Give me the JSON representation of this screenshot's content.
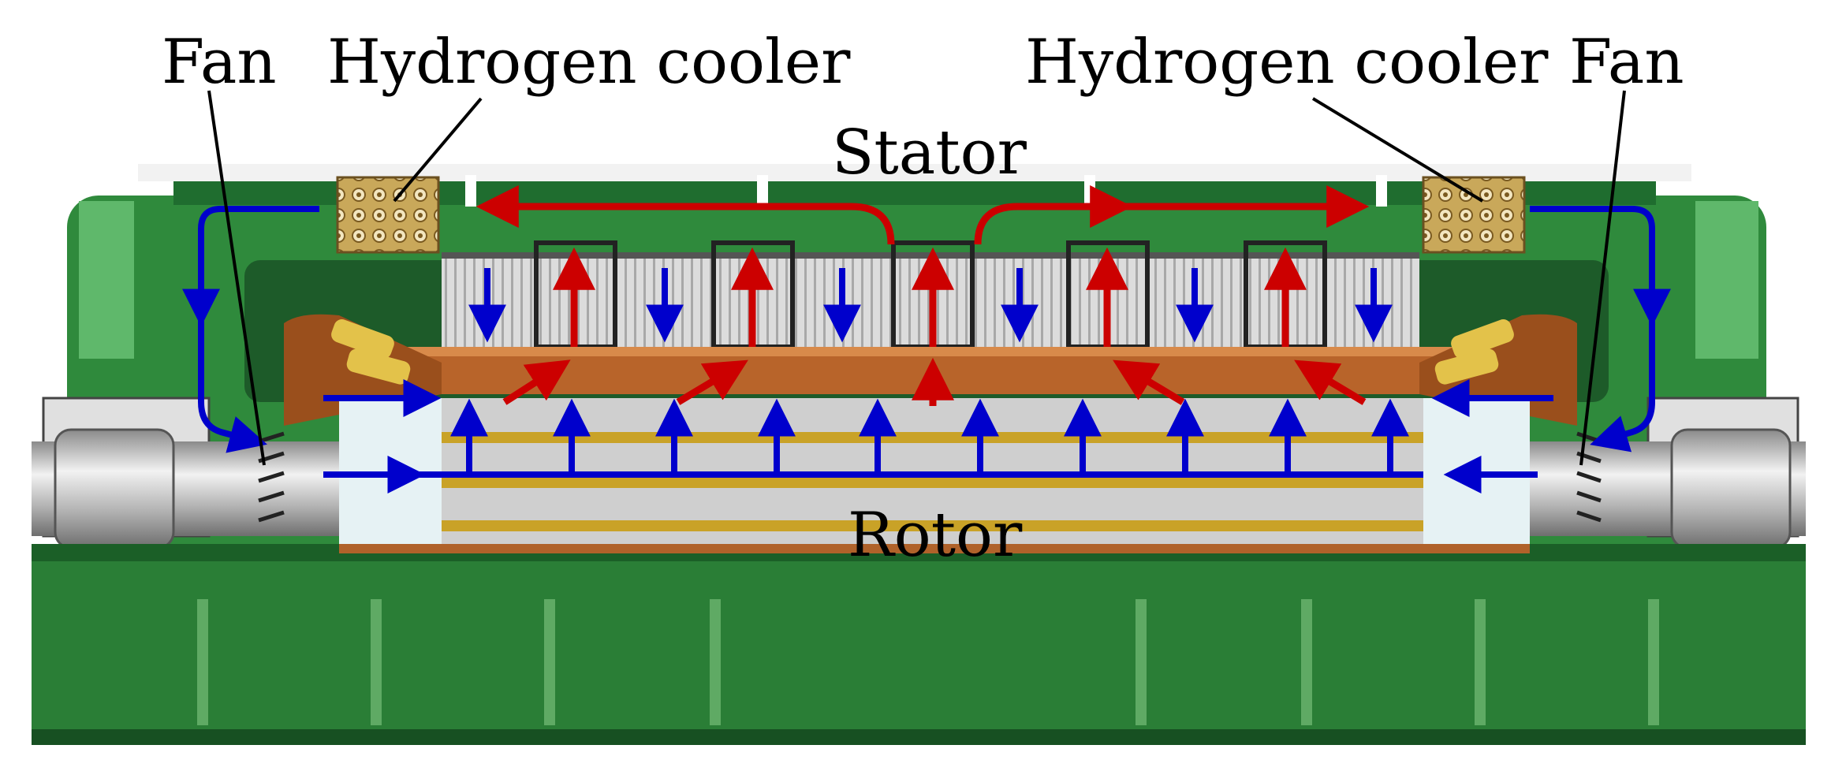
{
  "labels": {
    "fan_left": "Fan",
    "cooler_left": "Hydrogen cooler",
    "cooler_right": "Hydrogen cooler",
    "fan_right": "Fan",
    "stator": "Stator",
    "rotor": "Rotor"
  },
  "colors": {
    "housing_green": "#2f8a3c",
    "housing_dark": "#15602a",
    "housing_light": "#5fb86b",
    "copper": "#b8642a",
    "cooler": "#c9a85a",
    "stator_core": "#d6d6d6",
    "rotor_core": "#c8c8c8",
    "rotor_gold": "#c9a227",
    "shaft": "#bdbdbd",
    "hot_arrow": "#cc0000",
    "cold_arrow": "#0000cc"
  }
}
